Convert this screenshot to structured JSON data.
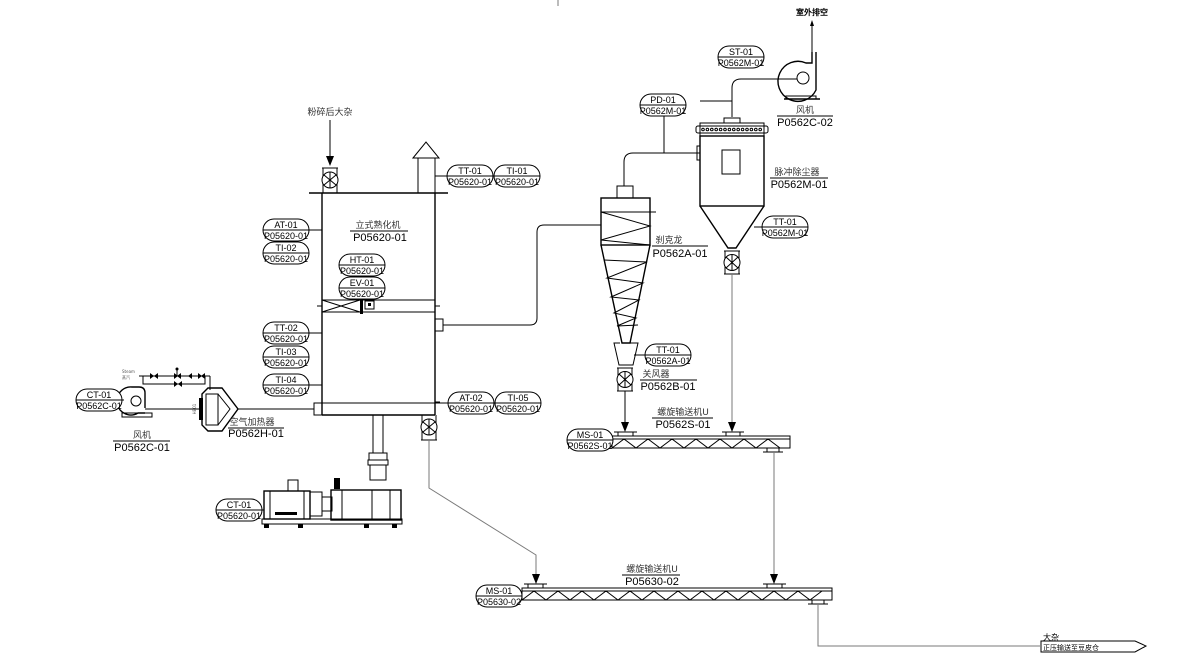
{
  "drawing": {
    "top_tick": "|",
    "outlet_label": "室外排空",
    "feed_label": "粉碎后大杂",
    "steam_label_en": "Steam",
    "steam_label_cn": "蒸汽",
    "heater_side_label": "HE01",
    "output": {
      "top_label": "大杂",
      "box_label": "正压输送至豆皮仓"
    }
  },
  "equipment": [
    {
      "key": "fan2",
      "name": "风机",
      "code": "P0562C-02"
    },
    {
      "key": "dust_collector",
      "name": "脉冲除尘器",
      "code": "P0562M-01"
    },
    {
      "key": "cyclone",
      "name": "刹克龙",
      "code": "P0562A-01"
    },
    {
      "key": "rotary_valve",
      "name": "关风器",
      "code": "P0562B-01"
    },
    {
      "key": "conveyor1",
      "name": "螺旋输送机U",
      "code": "P0562S-01"
    },
    {
      "key": "conditioner",
      "name": "立式熟化机",
      "code": "P05620-01"
    },
    {
      "key": "air_heater",
      "name": "空气加热器",
      "code": "P0562H-01"
    },
    {
      "key": "fan1",
      "name": "风机",
      "code": "P0562C-01"
    },
    {
      "key": "conveyor2",
      "name": "螺旋输送机U",
      "code": "P05630-02"
    }
  ],
  "tags": [
    {
      "top": "ST-01",
      "bottom": "P0562M-01"
    },
    {
      "top": "PD-01",
      "bottom": "P0562M-01"
    },
    {
      "top": "TT-01",
      "bottom": "P0562M-01"
    },
    {
      "top": "TT-01",
      "bottom": "P05620-01"
    },
    {
      "top": "TI-01",
      "bottom": "P05620-01"
    },
    {
      "top": "AT-01",
      "bottom": "P05620-01"
    },
    {
      "top": "TI-02",
      "bottom": "P05620-01"
    },
    {
      "top": "HT-01",
      "bottom": "P05620-01"
    },
    {
      "top": "EV-01",
      "bottom": "P05620-01"
    },
    {
      "top": "TT-02",
      "bottom": "P05620-01"
    },
    {
      "top": "TI-03",
      "bottom": "P05620-01"
    },
    {
      "top": "TI-04",
      "bottom": "P05620-01"
    },
    {
      "top": "AT-02",
      "bottom": "P05620-01"
    },
    {
      "top": "TI-05",
      "bottom": "P05620-01"
    },
    {
      "top": "TT-01",
      "bottom": "P0562A-01"
    },
    {
      "top": "MS-01",
      "bottom": "P0562S-01"
    },
    {
      "top": "CT-01",
      "bottom": "P0562C-01"
    },
    {
      "top": "CT-01",
      "bottom": "P05620-01"
    },
    {
      "top": "MS-01",
      "bottom": "P05630-02"
    }
  ]
}
